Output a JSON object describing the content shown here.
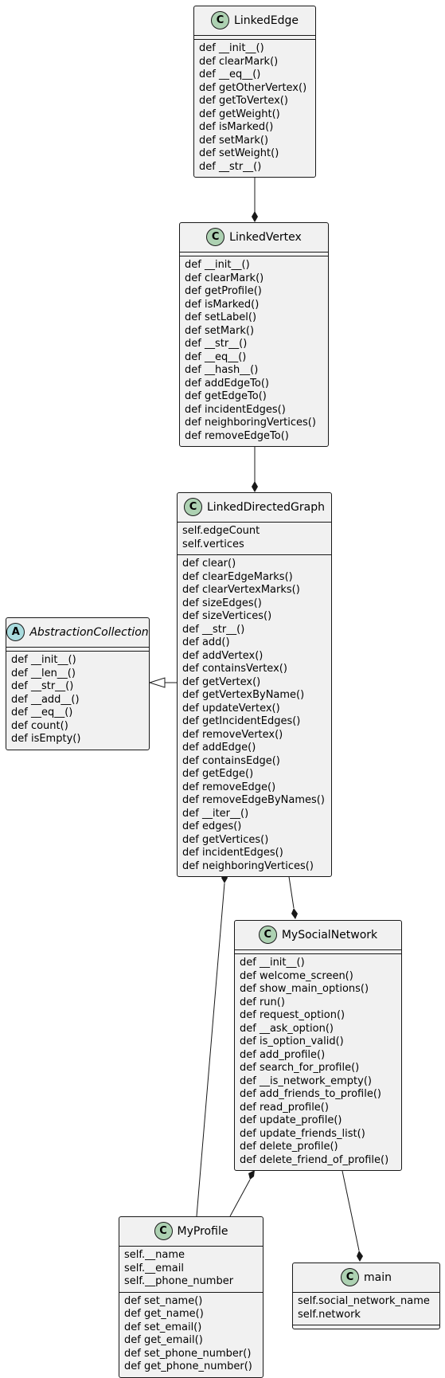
{
  "classes": {
    "linked_edge": {
      "stereotype": "C",
      "name": "LinkedEdge",
      "attributes": [],
      "methods": [
        "def __init__()",
        "def clearMark()",
        "def __eq__()",
        "def getOtherVertex()",
        "def getToVertex()",
        "def getWeight()",
        "def isMarked()",
        "def setMark()",
        "def setWeight()",
        "def __str__()"
      ]
    },
    "linked_vertex": {
      "stereotype": "C",
      "name": "LinkedVertex",
      "attributes": [],
      "methods": [
        "def __init__()",
        "def clearMark()",
        "def getProfile()",
        "def isMarked()",
        "def setLabel()",
        "def setMark()",
        "def __str__()",
        "def __eq__()",
        "def __hash__()",
        "def addEdgeTo()",
        "def getEdgeTo()",
        "def incidentEdges()",
        "def neighboringVertices()",
        "def removeEdgeTo()"
      ]
    },
    "linked_directed_graph": {
      "stereotype": "C",
      "name": "LinkedDirectedGraph",
      "attributes": [
        "self.edgeCount",
        "self.vertices"
      ],
      "methods": [
        "def clear()",
        "def clearEdgeMarks()",
        "def clearVertexMarks()",
        "def sizeEdges()",
        "def sizeVertices()",
        "def __str__()",
        "def add()",
        "def addVertex()",
        "def containsVertex()",
        "def getVertex()",
        "def getVertexByName()",
        "def updateVertex()",
        "def getIncidentEdges()",
        "def removeVertex()",
        "def addEdge()",
        "def containsEdge()",
        "def getEdge()",
        "def removeEdge()",
        "def removeEdgeByNames()",
        "def __iter__()",
        "def edges()",
        "def getVertices()",
        "def incidentEdges()",
        "def neighboringVertices()"
      ]
    },
    "abstraction_collection": {
      "stereotype": "A",
      "name": "AbstractionCollection",
      "attributes": [],
      "methods": [
        "def __init__()",
        "def __len__()",
        "def __str__()",
        "def __add__()",
        "def __eq__()",
        "def count()",
        "def isEmpty()"
      ]
    },
    "my_social_network": {
      "stereotype": "C",
      "name": "MySocialNetwork",
      "attributes": [],
      "methods": [
        "def __init__()",
        "def welcome_screen()",
        "def show_main_options()",
        "def run()",
        "def request_option()",
        "def __ask_option()",
        "def is_option_valid()",
        "def add_profile()",
        "def search_for_profile()",
        "def __is_network_empty()",
        "def add_friends_to_profile()",
        "def read_profile()",
        "def update_profile()",
        "def update_friends_list()",
        "def delete_profile()",
        "def delete_friend_of_profile()"
      ]
    },
    "my_profile": {
      "stereotype": "C",
      "name": "MyProfile",
      "attributes": [
        "self.__name",
        "self.__email",
        "self.__phone_number"
      ],
      "methods": [
        "def set_name()",
        "def get_name()",
        "def set_email()",
        "def get_email()",
        "def set_phone_number()",
        "def get_phone_number()"
      ]
    },
    "main": {
      "stereotype": "C",
      "name": "main",
      "attributes": [
        "self.social_network_name",
        "self.network"
      ],
      "methods": []
    }
  },
  "relations": [
    {
      "from": "linked_edge",
      "to": "linked_vertex",
      "type": "composition"
    },
    {
      "from": "linked_vertex",
      "to": "linked_directed_graph",
      "type": "composition"
    },
    {
      "from": "linked_directed_graph",
      "to": "abstraction_collection",
      "type": "inheritance"
    },
    {
      "from": "linked_directed_graph",
      "to": "my_social_network",
      "type": "composition"
    },
    {
      "from": "my_profile",
      "to": "linked_directed_graph",
      "type": "composition"
    },
    {
      "from": "my_profile",
      "to": "my_social_network",
      "type": "composition"
    },
    {
      "from": "my_social_network",
      "to": "main",
      "type": "composition"
    }
  ],
  "colors": {
    "class_fill": "#f1f1f1",
    "border": "#181818",
    "class_badge": "#add1b2",
    "abstract_badge": "#a9dcdf"
  }
}
